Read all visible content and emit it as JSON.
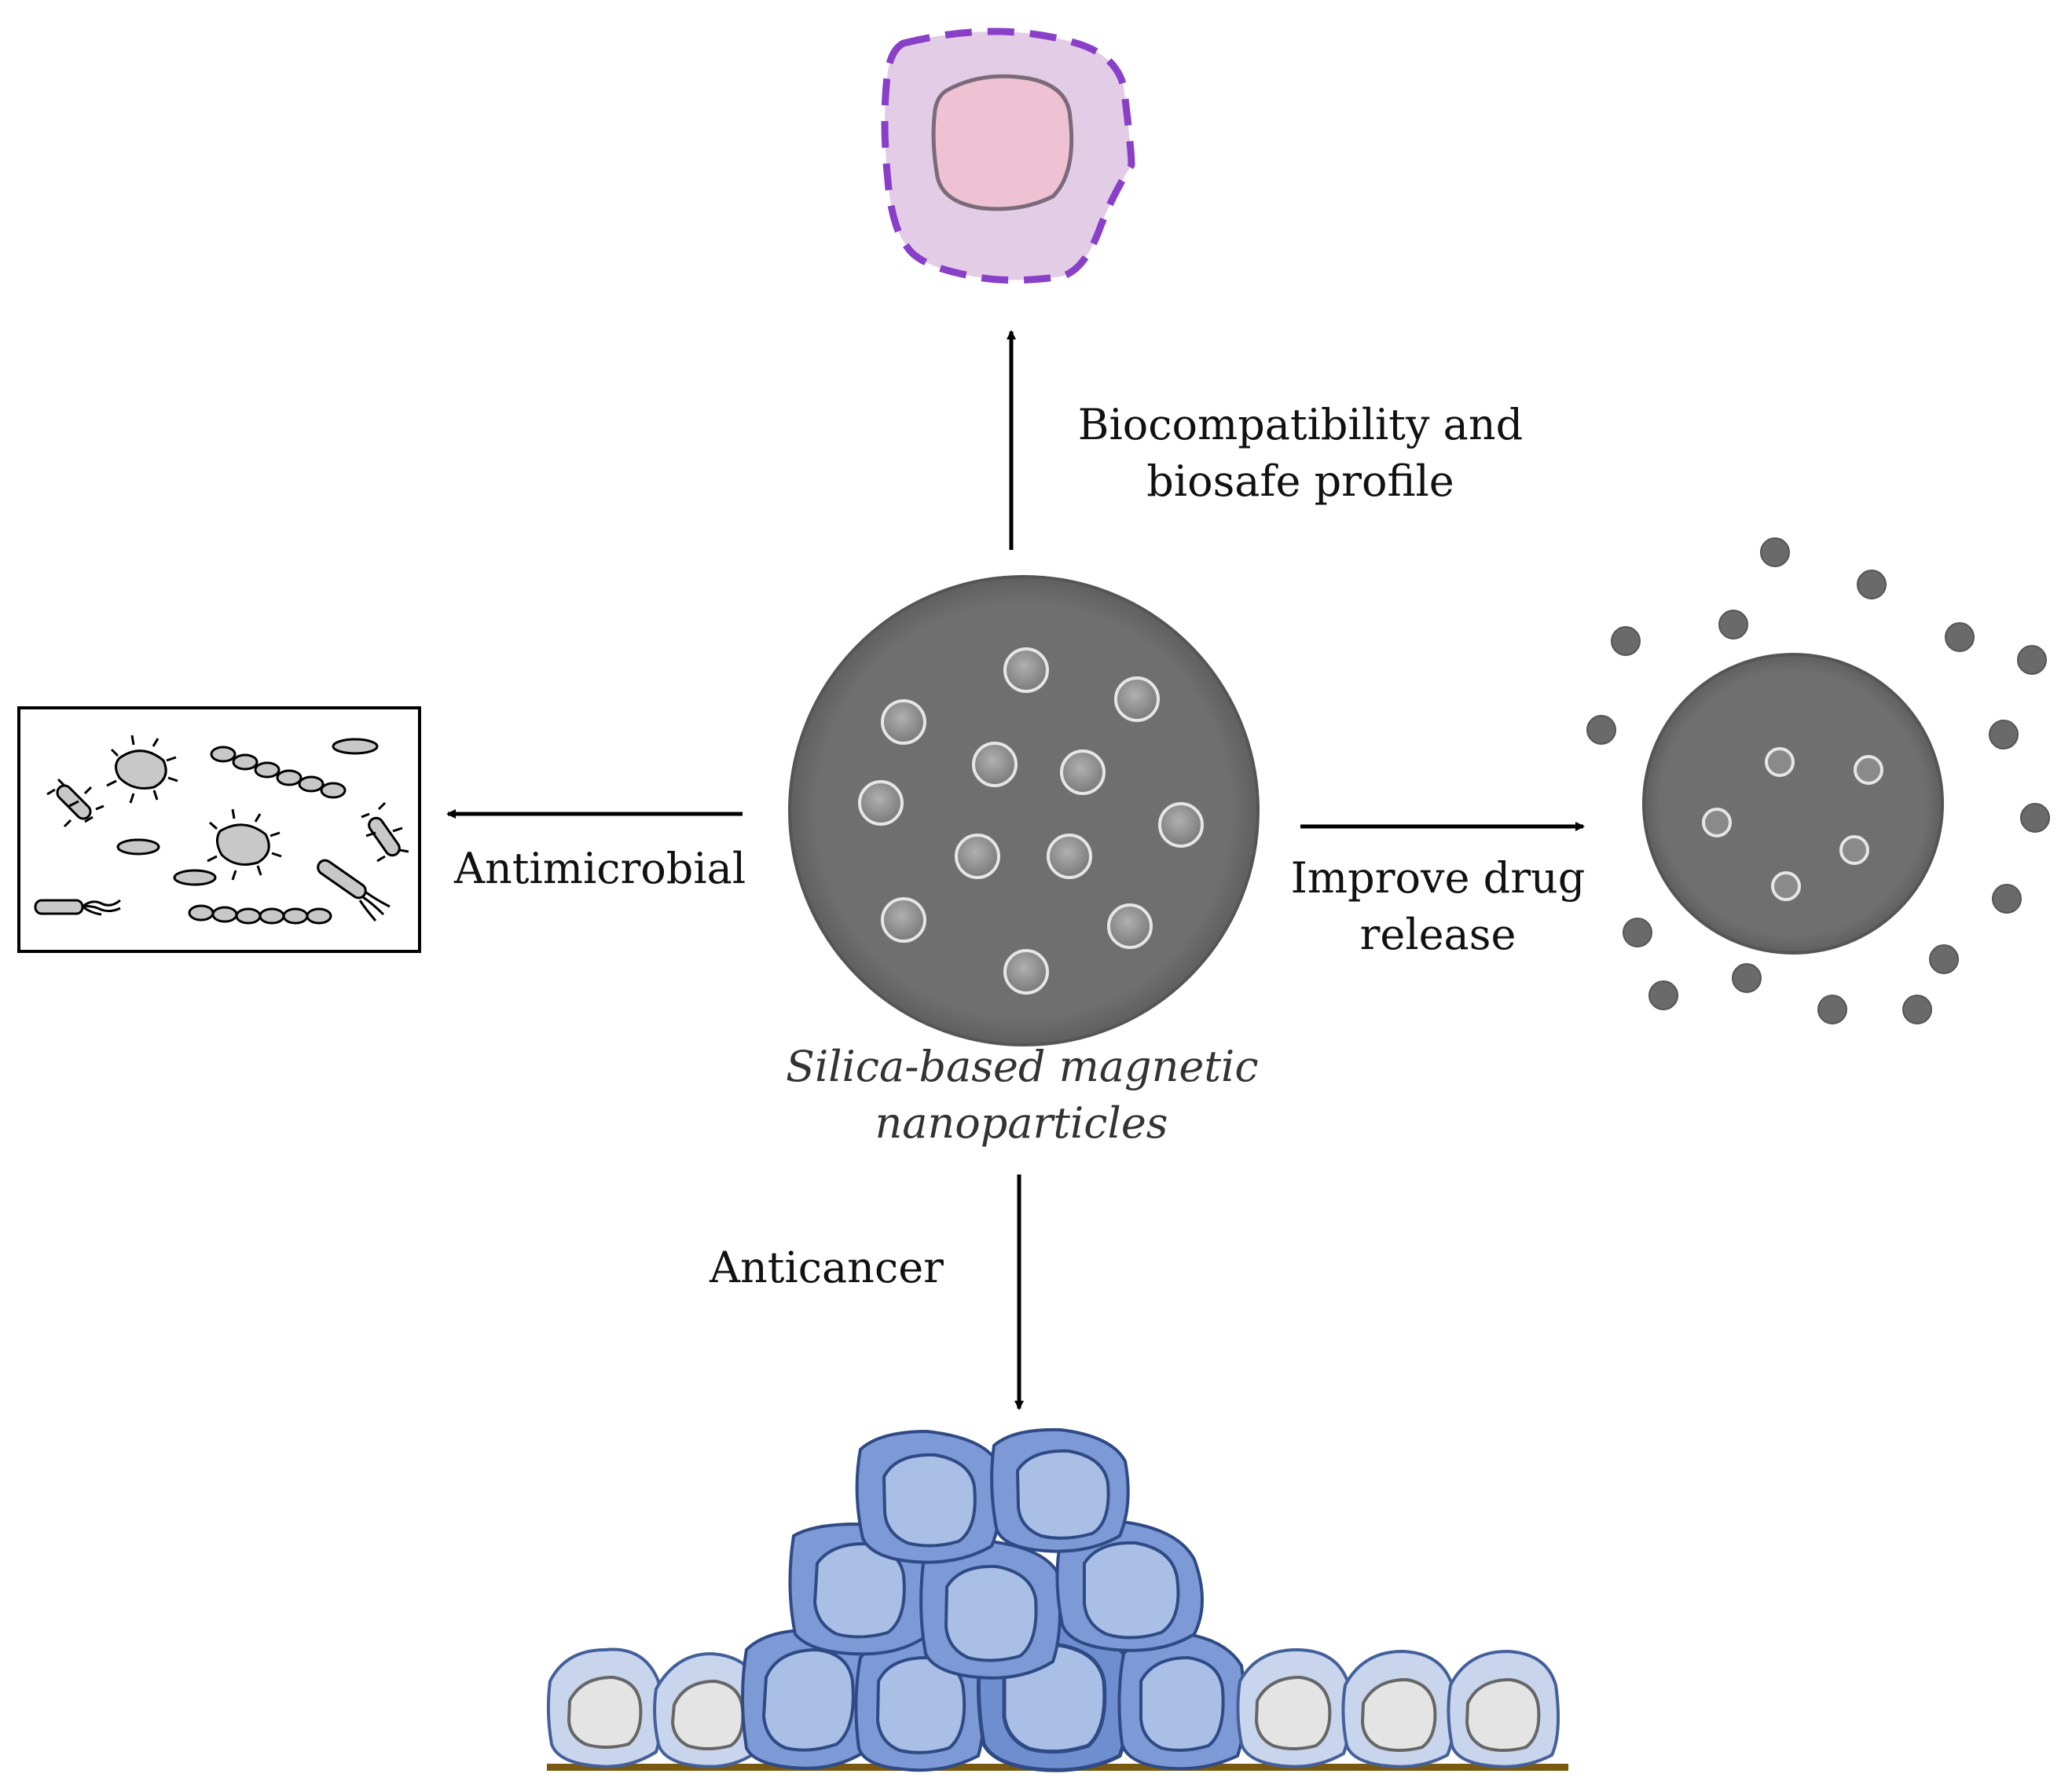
{
  "labels": {
    "biocompat_line1": "Biocompatibility and",
    "biocompat_line2": "biosafe profile",
    "antimicrobial": "Antimicrobial",
    "drug_line1": "Improve drug",
    "drug_line2": "release",
    "center_line1": "Silica-based magnetic",
    "center_line2": "nanoparticles",
    "anticancer": "Anticancer"
  },
  "colors": {
    "nanoparticle": "#6e6e6e",
    "pore": "#8c8c8c",
    "healthy_cell_body": "#e3cde6",
    "healthy_cell_nucleus": "#efc2d3",
    "healthy_cell_border": "#8a3fc9",
    "cancer_cell": "#7d9ad6",
    "cancer_nucleus": "#a9bfe6",
    "normal_cell": "#c9d5ec",
    "normal_nucleus": "#e4e4e4",
    "baseline": "#7a5a10"
  }
}
